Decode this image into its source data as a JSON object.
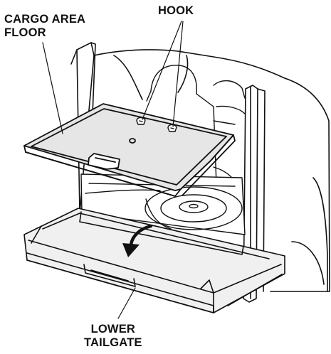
{
  "labels": {
    "cargo_area_floor": [
      "CARGO AREA",
      "FLOOR"
    ],
    "hook": "HOOK",
    "lower_tailgate": [
      "LOWER",
      "TAILGATE"
    ]
  },
  "colors": {
    "line": "#111111",
    "panel_fill": "#e6e6e6",
    "floor_fill": "#f0f0f0",
    "background": "#ffffff"
  }
}
